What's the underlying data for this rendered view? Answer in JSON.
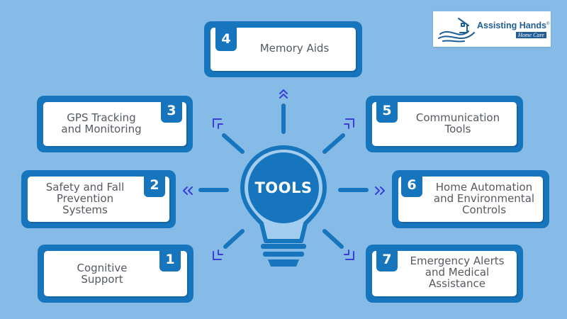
{
  "center": {
    "label": "TOOLS"
  },
  "logo": {
    "brand": "Assisting Hands",
    "registered": "®",
    "tagline": "Home Care"
  },
  "tools": [
    {
      "number": "1",
      "label_lines": [
        "Cognitive",
        "Support"
      ]
    },
    {
      "number": "2",
      "label_lines": [
        "Safety and Fall",
        "Prevention",
        "Systems"
      ]
    },
    {
      "number": "3",
      "label_lines": [
        "GPS Tracking",
        "and Monitoring"
      ]
    },
    {
      "number": "4",
      "label_lines": [
        "Memory Aids"
      ]
    },
    {
      "number": "5",
      "label_lines": [
        "Communication",
        "Tools"
      ]
    },
    {
      "number": "6",
      "label_lines": [
        "Home Automation",
        "and Environmental",
        "Controls"
      ]
    },
    {
      "number": "7",
      "label_lines": [
        "Emergency Alerts",
        "and Medical",
        "Assistance"
      ]
    }
  ],
  "colors": {
    "background": "#85bbe6",
    "accent": "#1775bd",
    "arrow": "#3c3fd6",
    "text": "#555a60"
  }
}
